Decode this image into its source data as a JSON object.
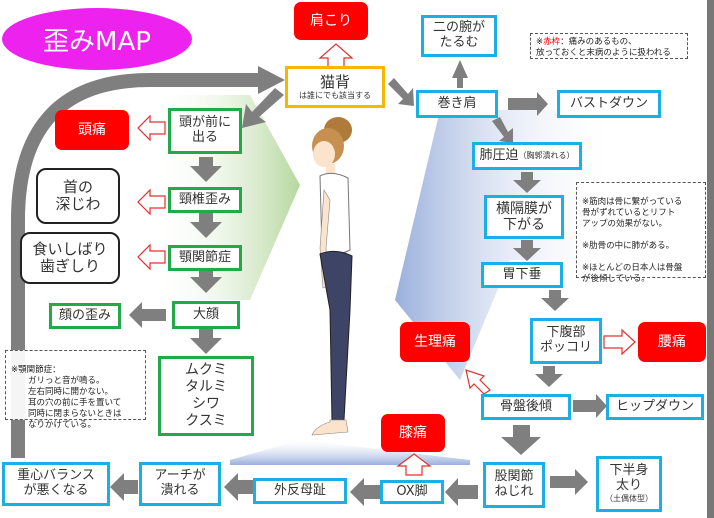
{
  "title": "歪みMAP",
  "colors": {
    "title_bg": "#ee22ee",
    "pain_red": "#ff0000",
    "green_border": "#22a94a",
    "blue_border": "#1ab0e6",
    "yellow_border": "#f5b800",
    "arrow_gray": "#7f7f7f"
  },
  "center": {
    "main": "猫背",
    "sub": "は誰にでも該当する"
  },
  "top_pain": "肩こり",
  "left_chain": {
    "head_forward": "頭が前に\n出る",
    "cervical": "頸椎歪み",
    "jaw_joint": "顎関節症",
    "big_face": "大顔",
    "skin": "ムクミ\nタルミ\nシワ\nクスミ",
    "headache": "頭痛",
    "neck_wrinkle": "首の\n深じわ",
    "teeth": "食いしばり\n歯ぎしり",
    "face_distortion": "顔の歪み"
  },
  "right_chain": {
    "upper_arm": "二の腕が\nたるむ",
    "rounded_shoulder": "巻き肩",
    "bust_down": "バストダウン",
    "lung_main": "肺圧迫",
    "lung_sub": "（胸郭潰れる）",
    "diaphragm": "横隔膜が\n下がる",
    "stomach": "胃下垂",
    "lower_belly": "下腹部\nポッコリ",
    "back_pain": "腰痛",
    "menstrual_pain": "生理痛",
    "pelvis": "骨盤後傾",
    "hip_down": "ヒップダウン",
    "hip_joint": "股関節\nねじれ",
    "lower_body_main": "下半身\n太り",
    "lower_body_sub": "（土偶体型）"
  },
  "bottom_chain": {
    "knee_pain": "膝痛",
    "ox_legs": "OX脚",
    "hallux": "外反母趾",
    "arch": "アーチが\n潰れる",
    "balance": "重心バランス\nが悪くなる"
  },
  "notes": {
    "legend_prefix": "※",
    "legend_red": "赤枠",
    "legend_text": "：痛みのあるもの、\n放っておくと末病のように扱われる",
    "muscle": "※筋肉は骨に繋がっている\n骨がずれているとリフト\nアップの効果がない。\n\n※肋骨の中に肺がある。\n\n※ほとんどの日本人は骨盤\nが後傾している。",
    "jaw": "※顎関節症：\n　　ガリっと音が鳴る。\n　　左右同時に開かない。\n　　耳の穴の前に手を置いて\n　　同時に閉まらないときは\n　　なりかけている。"
  }
}
